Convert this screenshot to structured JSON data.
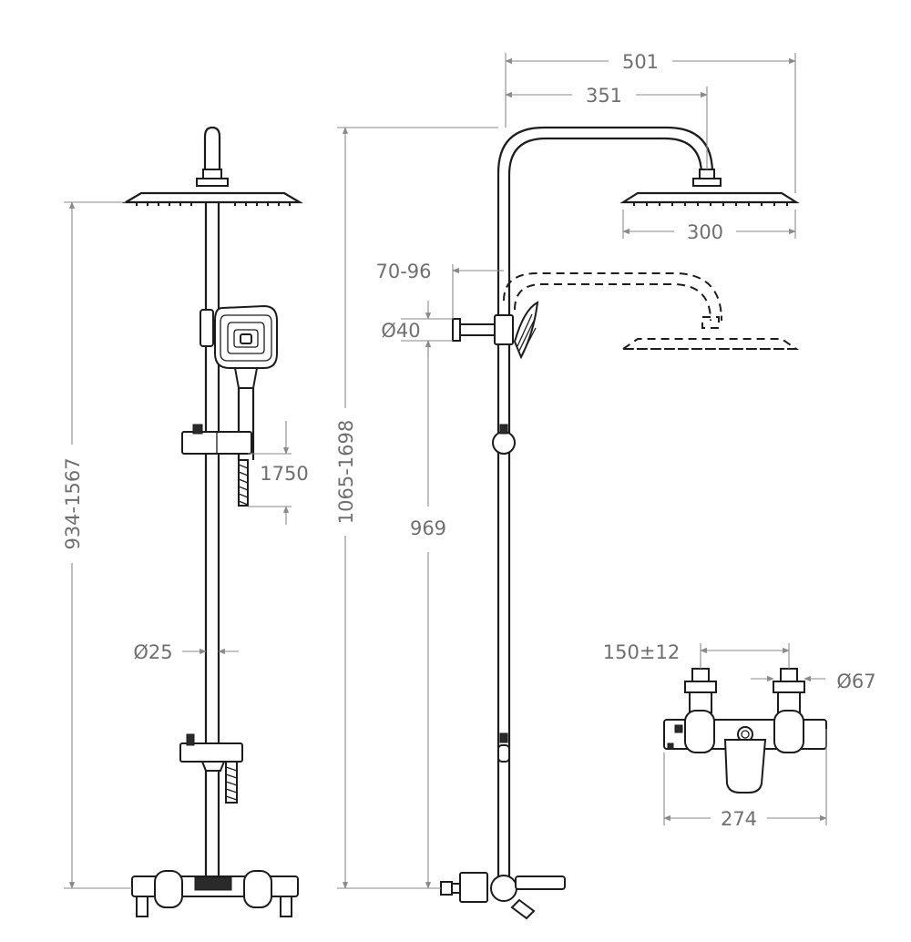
{
  "dimensions": {
    "overall_width": "501",
    "arm_reach": "351",
    "head_width": "300",
    "wall_offset": "70-96",
    "bracket_diameter": "Ø40",
    "hose_length": "1750",
    "rail_height": "934-1567",
    "total_height": "1065-1698",
    "mixer_height": "969",
    "pipe_diameter": "Ø25",
    "inlet_spacing": "150±12",
    "flange_diameter": "Ø67",
    "mixer_width": "274"
  }
}
